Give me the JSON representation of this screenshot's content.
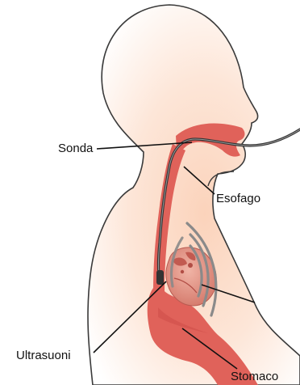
{
  "labels": {
    "sonda": "Sonda",
    "esofago": "Esofago",
    "ultrasuoni": "Ultrasuoni",
    "stomaco": "Stomaco"
  },
  "colors": {
    "outline": "#3a3a3a",
    "skin_inner": "#fce3d3",
    "skin_outer": "#ffffff",
    "tissue": "#e0625a",
    "tissue_dark": "#c94a44",
    "heart": "#d8867c",
    "probe": "#333333",
    "waves": "#8a8a8a",
    "leader": "#111111"
  }
}
